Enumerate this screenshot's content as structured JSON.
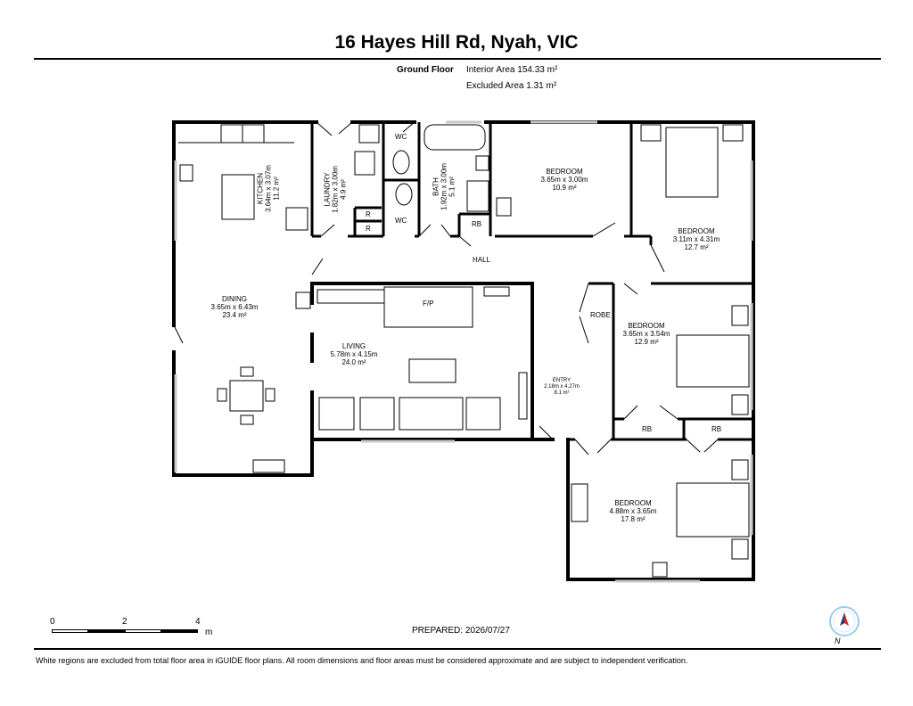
{
  "title": "16 Hayes Hill Rd, Nyah, VIC",
  "floor": {
    "label": "Ground Floor",
    "interior_area": "Interior Area 154.33 m²",
    "excluded_area": "Excluded Area 1.31 m²"
  },
  "rooms": {
    "kitchen": {
      "name": "KITCHEN",
      "dims": "3.64m x 3.07m",
      "area": "11.2 m²"
    },
    "laundry": {
      "name": "LAUNDRY",
      "dims": "1.82m x 3.00m",
      "area": "4.9 m²"
    },
    "bath": {
      "name": "BATH",
      "dims": "1.92m x 3.00m",
      "area": "5.1 m²"
    },
    "bedroom1": {
      "name": "BEDROOM",
      "dims": "3.65m x 3.00m",
      "area": "10.9 m²"
    },
    "bedroom2": {
      "name": "BEDROOM",
      "dims": "3.11m x 4.31m",
      "area": "12.7 m²"
    },
    "bedroom3": {
      "name": "BEDROOM",
      "dims": "3.65m x 3.54m",
      "area": "12.9 m²"
    },
    "bedroom4": {
      "name": "BEDROOM",
      "dims": "4.88m x 3.65m",
      "area": "17.8 m²"
    },
    "dining": {
      "name": "DINING",
      "dims": "3.65m x 6.43m",
      "area": "23.4 m²"
    },
    "living": {
      "name": "LIVING",
      "dims": "5.78m x 4.15m",
      "area": "24.0 m²"
    },
    "entry": {
      "name": "ENTRY",
      "dims": "2.18m x 4.27m",
      "area": "8.1 m²"
    }
  },
  "tags": {
    "wc1": "WC",
    "wc2": "WC",
    "r1": "R",
    "r2": "R",
    "rb_hall": "RB",
    "hall": "HALL",
    "robe": "ROBE",
    "fp": "F/P",
    "rb1": "RB",
    "rb2": "RB"
  },
  "scale": {
    "labels": [
      "0",
      "2",
      "4"
    ],
    "unit": "m"
  },
  "prepared": "PREPARED: 2026/07/27",
  "compass_label": "N",
  "disclaimer": "White regions are excluded from total floor area in iGUIDE floor plans. All room dimensions and floor areas must be considered approximate and are subject to independent verification.",
  "colors": {
    "wall": "#000000",
    "window": "#cfcfcf",
    "compass_needle": "#d9262b",
    "compass_ring": "#9ecbe8"
  }
}
